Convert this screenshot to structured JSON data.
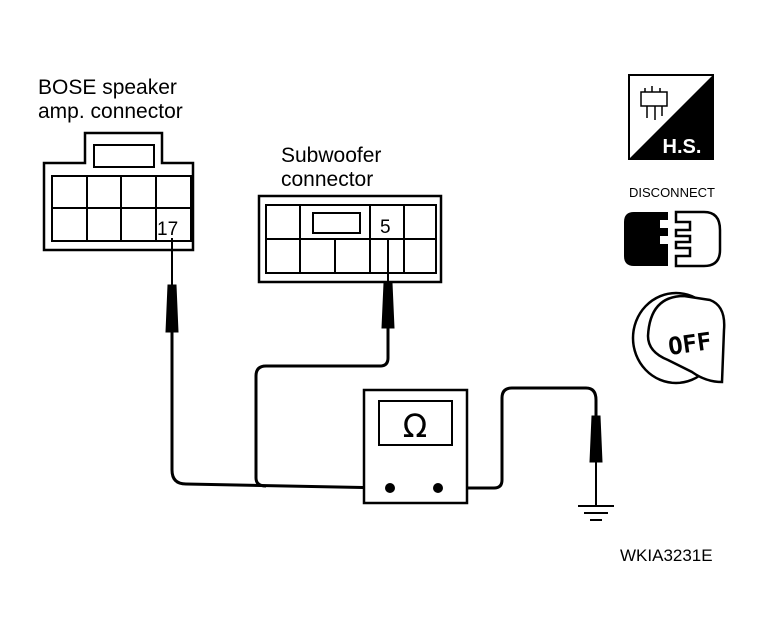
{
  "bose_connector": {
    "label_line1": "BOSE speaker",
    "label_line2": "amp. connector",
    "pin": "17"
  },
  "subwoofer_connector": {
    "label_line1": "Subwoofer",
    "label_line2": "connector",
    "pin": "5"
  },
  "meter": {
    "symbol": "Ω"
  },
  "icons": {
    "harness": {
      "text": "H.S.",
      "icon": "harness-connector-icon"
    },
    "disconnect": {
      "text": "DISCONNECT",
      "icon": "disconnect-connector-icon"
    },
    "ignition": {
      "text": "OFF",
      "icon": "ignition-key-off-icon"
    }
  },
  "figure_code": "WKIA3231E"
}
